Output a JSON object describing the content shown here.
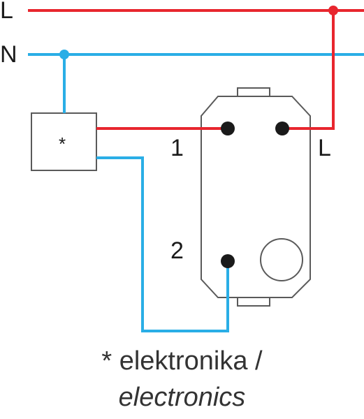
{
  "labels": {
    "line": "L",
    "neutral": "N",
    "terminal_1": "1",
    "terminal_2": "2",
    "terminal_L": "L",
    "box_marker": "*"
  },
  "caption": {
    "line1": "* elektronika /",
    "line2": "electronics"
  },
  "colors": {
    "live_wire": "#e8262e",
    "neutral_wire": "#2aaee6",
    "outline": "#5a5a5a",
    "terminal": "#1a1a1a",
    "text": "#1a1a1a"
  }
}
